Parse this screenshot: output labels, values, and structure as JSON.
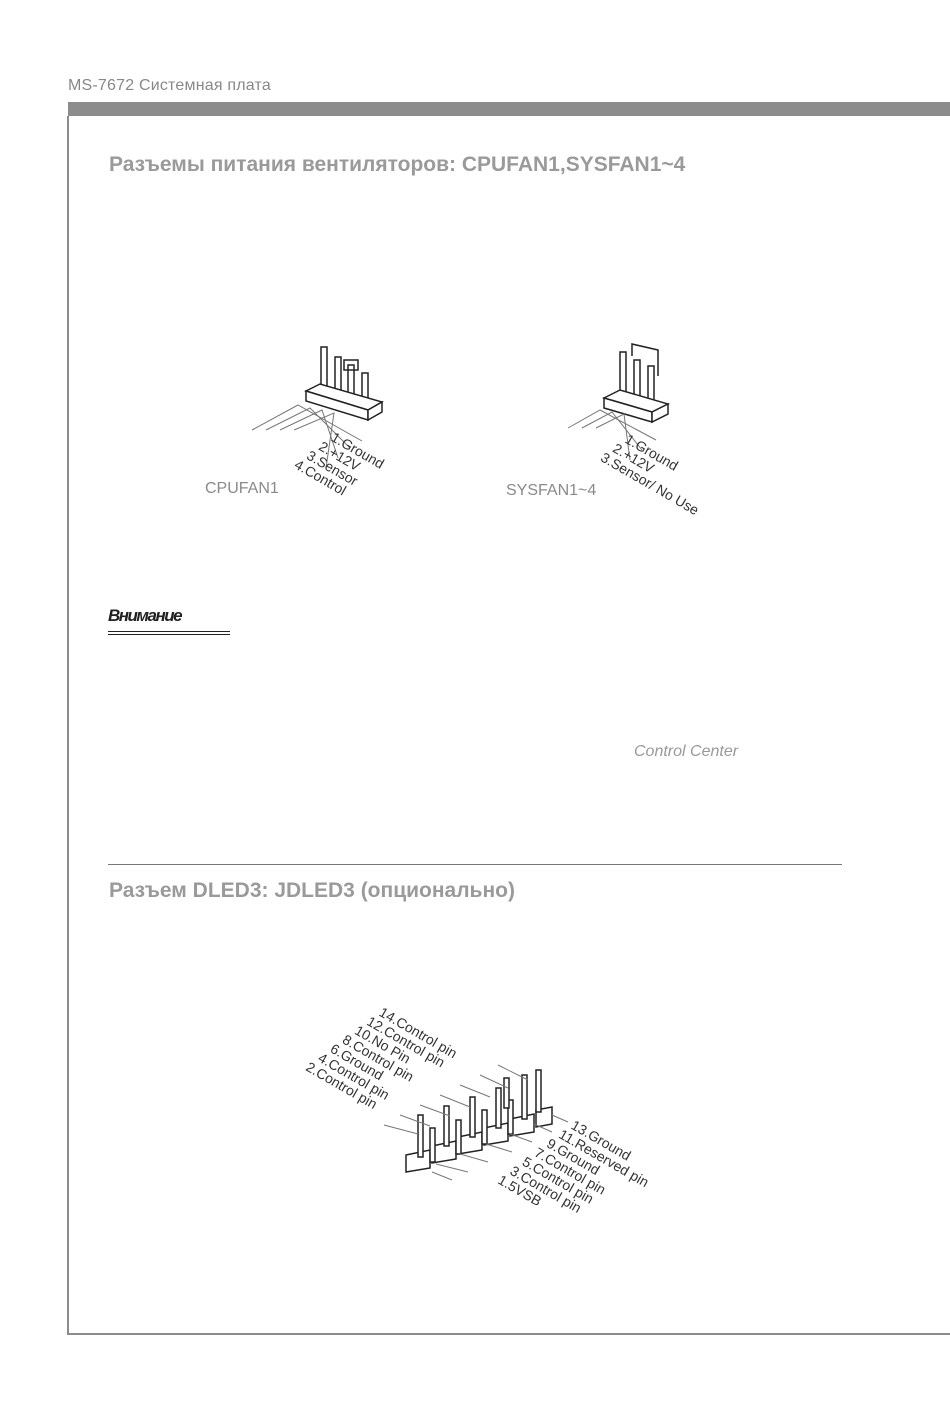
{
  "header": {
    "running_head": "MS-7672 Системная плата"
  },
  "sections": {
    "fan": {
      "title": "Разъемы питания вентиляторов: CPUFAN1,SYSFAN1~4",
      "cpufan": {
        "label": "CPUFAN1",
        "pins": [
          "1.Ground",
          "2.+12V",
          "3.Sensor",
          "4.Control"
        ]
      },
      "sysfan": {
        "label": "SYSFAN1~4",
        "pins": [
          "1.Ground",
          "2.+12V",
          "3.Sensor/ No Use"
        ]
      },
      "attention": "Внимание",
      "control_center": "Control Center"
    },
    "dled": {
      "title": "Разъем DLED3: JDLED3 (опционально)",
      "even_pins": [
        "14.Control pin",
        "12.Control pin",
        "10.No Pin",
        "8.Control pin",
        "6.Ground",
        "4.Control pin",
        "2.Control pin"
      ],
      "odd_pins": [
        "13.Ground",
        "11.Reserved pin",
        "9.Ground",
        "7.Control pin",
        "5.Control pin",
        "3.Control pin",
        "1.5VSB"
      ]
    }
  }
}
